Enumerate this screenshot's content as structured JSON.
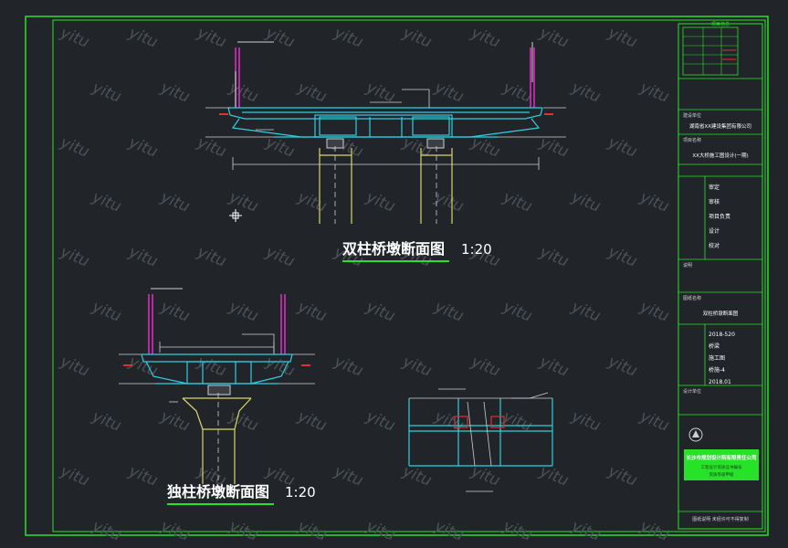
{
  "drawings": {
    "double_column": {
      "title": "双柱桥墩断面图",
      "scale": "1:20"
    },
    "single_column": {
      "title": "独柱桥墩断面图",
      "scale": "1:20"
    }
  },
  "title_block": {
    "project_info_header": "项目信息",
    "build_unit_label": "建设单位",
    "build_unit_value": "湖南省XX建设集团有限公司",
    "project_name_label": "项目名称",
    "project_name_value": "XX大桥施工图设计(一期)",
    "staff": [
      "审定",
      "审核",
      "项目负责",
      "设计",
      "校对"
    ],
    "notes_header": "说明",
    "drawing_name_label": "图纸名称",
    "drawing_name_value": "双柱桥墩断面图",
    "info_rows": [
      "2018-520",
      "桥梁",
      "施工图",
      "桥施-4",
      "2018.01"
    ],
    "company_header": "设计单位",
    "company_name": "长沙市规划设计院有限责任公司",
    "company_lines": [
      "工程设计资质证书编号",
      "资质等级甲级"
    ],
    "footer": "图纸说明 未经许可不得复制"
  },
  "watermark": "yitu",
  "colors": {
    "frame": "#27e327",
    "structure": "#2fcfe0",
    "rail": "#e02fc8",
    "column": "#d8d86a",
    "dim": "#d8d8d8",
    "accent": "#e03030"
  }
}
